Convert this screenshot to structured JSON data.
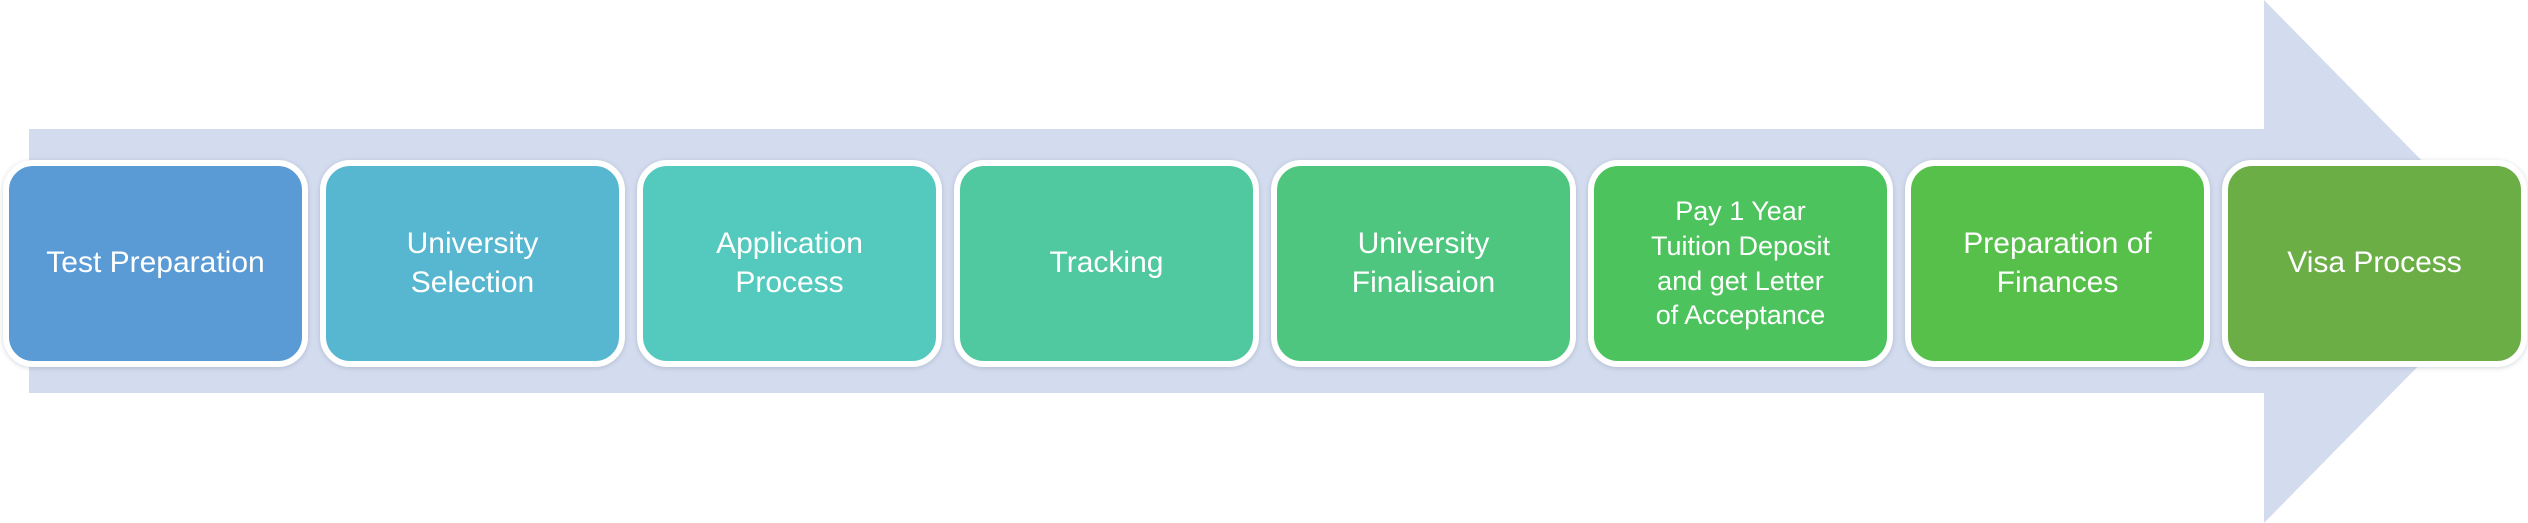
{
  "diagram": {
    "type": "process-arrow",
    "direction": "right",
    "arrow_color": "#d3dcee",
    "step_border_color": "#ffffff",
    "text_color": "#ffffff",
    "steps": [
      {
        "label": "Test Preparation",
        "color": "#5b9bd5"
      },
      {
        "label": "University Selection",
        "color": "#57b7d0"
      },
      {
        "label": "Application Process",
        "color": "#54cabe"
      },
      {
        "label": "Tracking",
        "color": "#50c8a0"
      },
      {
        "label": "University Finalisaion",
        "color": "#4ec67f"
      },
      {
        "label": "Pay 1 Year Tuition Deposit and get Letter of Acceptance",
        "color": "#4cc35c"
      },
      {
        "label": "Preparation of Finances",
        "color": "#56c04b"
      },
      {
        "label": "Visa Process",
        "color": "#6bae46"
      }
    ]
  }
}
